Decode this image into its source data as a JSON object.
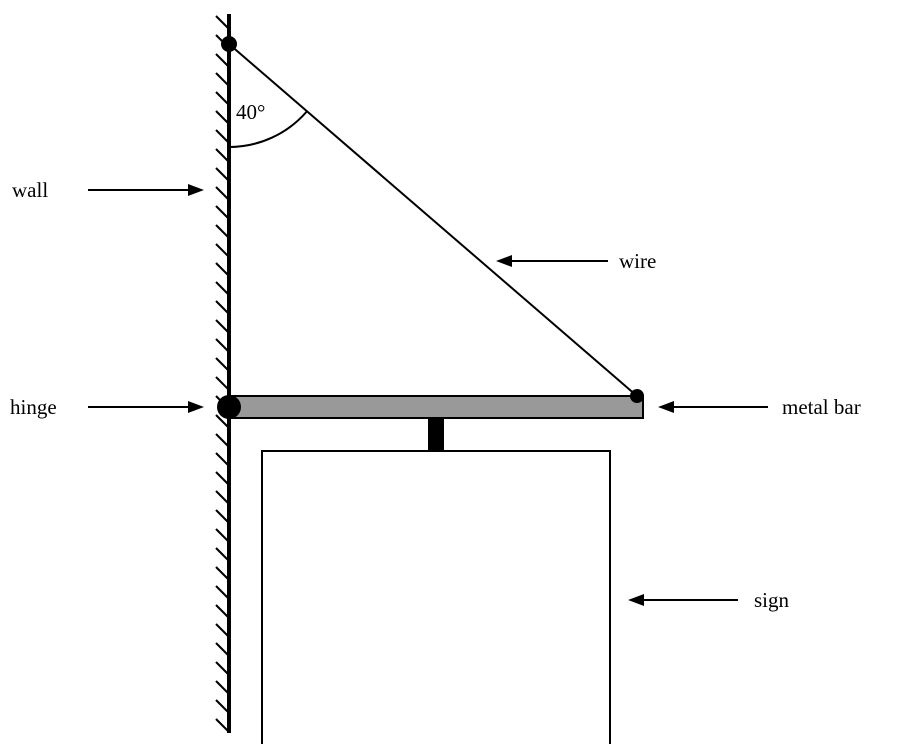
{
  "labels": {
    "wall": "wall",
    "wire": "wire",
    "hinge": "hinge",
    "metal_bar": "metal bar",
    "sign": "sign",
    "angle": "40°"
  },
  "colors": {
    "ink": "#000000",
    "bar_fill": "#999999",
    "background": "#ffffff"
  }
}
